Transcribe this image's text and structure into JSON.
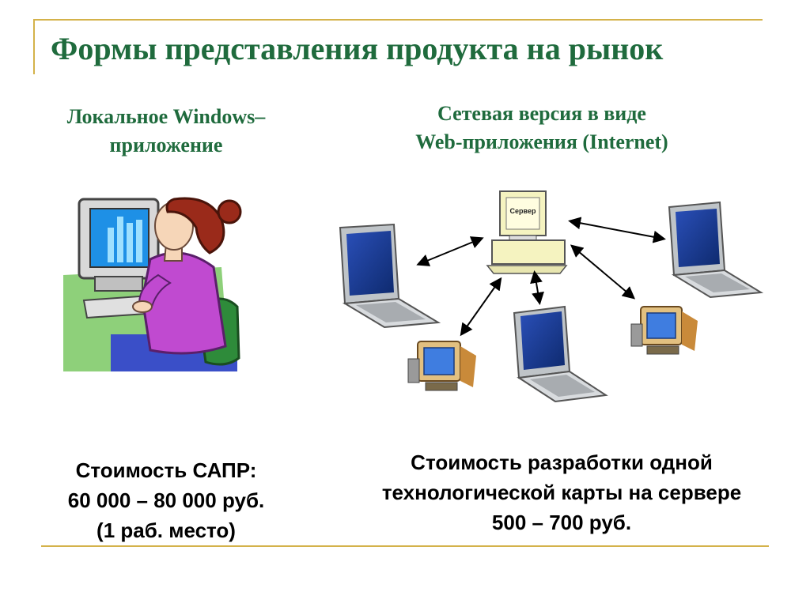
{
  "title": "Формы представления продукта на рынок",
  "left": {
    "heading_lines": [
      "Локальное Windows–",
      "приложение"
    ],
    "cost_lines": [
      "Стоимость САПР:",
      "60 000 – 80 000 руб.",
      "(1 раб. место)"
    ]
  },
  "right": {
    "heading_lines": [
      "Сетевая версия в виде",
      "Web-приложения (Internet)"
    ],
    "server_label": "Сервер",
    "cost_lines": [
      "Стоимость разработки одной",
      "технологической карты на сервере",
      "500 – 700 руб."
    ]
  },
  "colors": {
    "accent": "#1f6b3d",
    "frame": "#d4b24a"
  }
}
